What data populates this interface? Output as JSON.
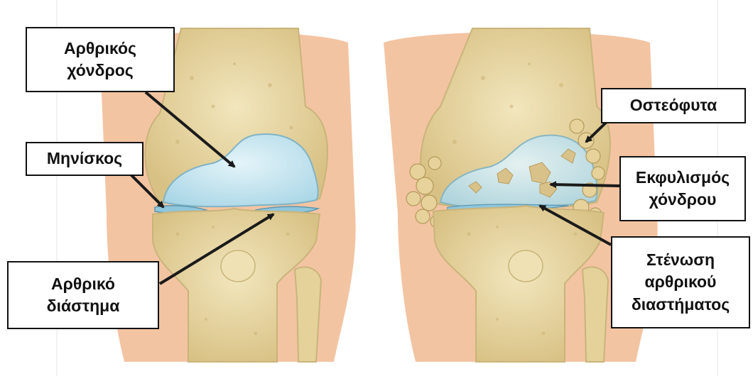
{
  "labels": {
    "articular_cartilage": [
      "Αρθρικός",
      "χόνδρος"
    ],
    "meniscus": [
      "Μηνίσκος"
    ],
    "joint_space": [
      "Αρθρικό",
      "διάστημα"
    ],
    "osteophytes": [
      "Οστεόφυτα"
    ],
    "cartilage_degeneration": [
      "Εκφυλισμός",
      "χόνδρου"
    ],
    "joint_space_narrowing": [
      "Στένωση",
      "αρθρικού",
      "διαστήματος"
    ]
  },
  "colors": {
    "skin": "#f3c4a2",
    "bone": "#e9d9a4",
    "bone_shadow": "#c9b47a",
    "cartilage": "#bfe3ef",
    "cartilage_edge": "#7fb3c6",
    "meniscus": "#8fc6dc",
    "arrow": "#1a1a1a"
  }
}
